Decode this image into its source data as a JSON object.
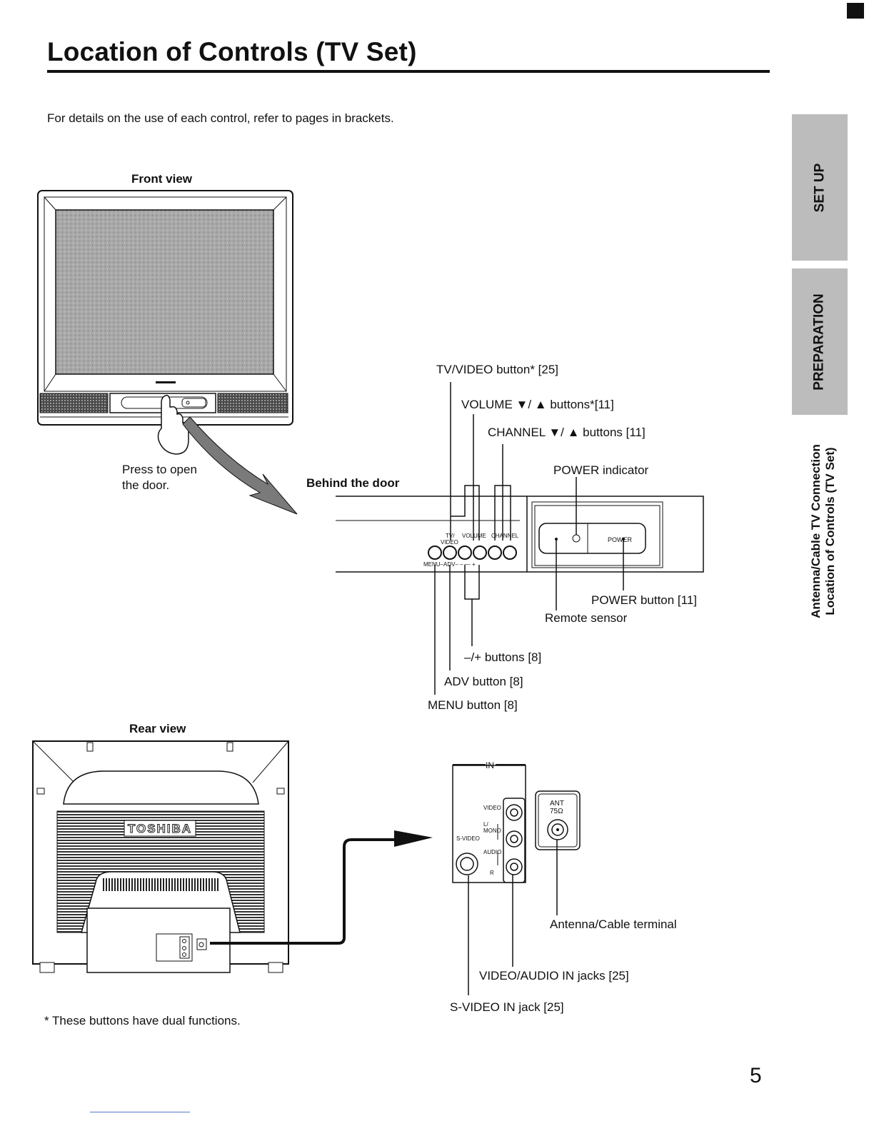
{
  "page": {
    "title": "Location of Controls (TV Set)",
    "intro": "For details on the use of each control, refer to pages in brackets.",
    "page_number": "5",
    "footnote": "* These buttons have dual functions."
  },
  "sidebar": {
    "tabs": [
      {
        "label": "SET UP"
      },
      {
        "label": "PREPARATION"
      }
    ],
    "section_lines": [
      "Antenna/Cable TV Connection",
      "Location of Controls (TV Set)"
    ]
  },
  "front_view": {
    "caption": "Front view",
    "press_note": [
      "Press to open",
      "the door."
    ]
  },
  "behind_door": {
    "caption": "Behind the door",
    "labels": {
      "tv_video": "TV/VIDEO button* [25]",
      "volume": "VOLUME ▼/ ▲ buttons*[11]",
      "channel": "CHANNEL ▼/ ▲ buttons [11]",
      "power_indicator": "POWER indicator",
      "power_button": "POWER button [11]",
      "remote_sensor": "Remote sensor",
      "minus_plus": "–/+ buttons [8]",
      "adv": "ADV button [8]",
      "menu": "MENU button [8]"
    },
    "panel_text": {
      "tv": "TV/",
      "video": "VIDEO",
      "volume": "VOLUME",
      "channel": "CHANNEL",
      "menu_adv": "MENU–ADV– – — +",
      "power": "POWER"
    }
  },
  "rear_view": {
    "caption": "Rear view",
    "brand": "TOSHIBA",
    "labels": {
      "antenna": "Antenna/Cable terminal",
      "video_audio": "VIDEO/AUDIO IN jacks [25]",
      "s_video": "S-VIDEO IN jack [25]"
    },
    "panel_text": {
      "in": "IN",
      "video": "VIDEO",
      "l_mono": "L/",
      "mono": "MONO",
      "audio": "AUDIO",
      "r": "R",
      "s_video": "S-VIDEO",
      "ant": "ANT",
      "ohm": "75Ω"
    }
  }
}
